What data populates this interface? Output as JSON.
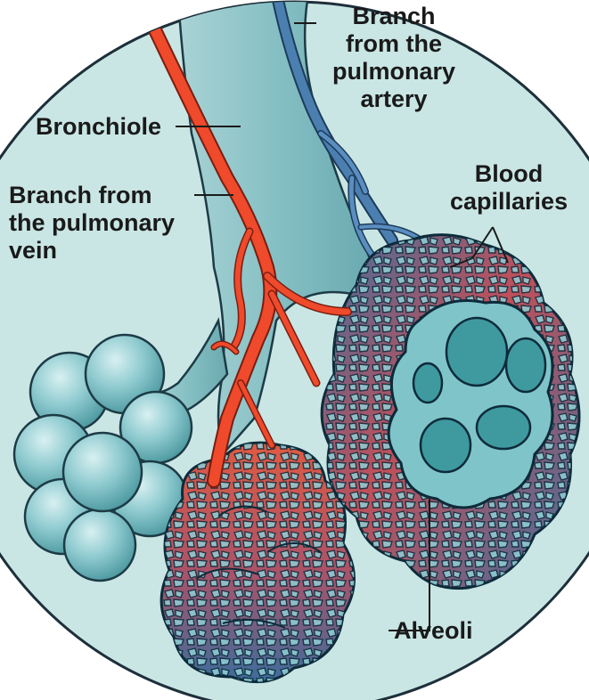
{
  "labels": {
    "branch_pulmonary_artery": [
      "Branch",
      "from the",
      "pulmonary",
      "artery"
    ],
    "bronchiole": [
      "Bronchiole"
    ],
    "branch_pulmonary_vein": [
      "Branch from",
      "the pulmonary",
      "vein"
    ],
    "blood_capillaries": [
      "Blood",
      "capillaries"
    ],
    "alveoli": [
      "Alveoli"
    ]
  },
  "colors": {
    "background_disc": "#c9e6e4",
    "bronchiole": "#8fc3c7",
    "alveolus": "#8ccbd1",
    "vein": "#ef4a2b",
    "artery": "#4b7fb0",
    "capillary_mesh_red": "#d8553f",
    "capillary_mesh_blue": "#3f6f9e",
    "label_text": "#1a1a1a"
  }
}
